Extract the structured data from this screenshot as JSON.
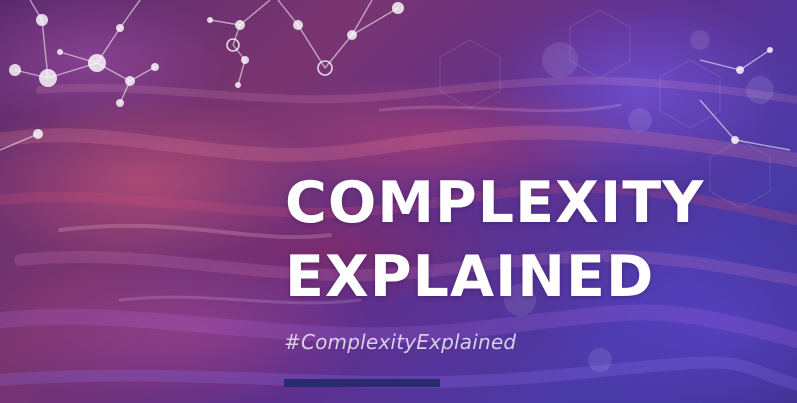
{
  "banner": {
    "title_line1": "COMPLEXITY",
    "title_line2": "EXPLAINED",
    "hashtag": "#ComplexityExplained"
  },
  "colors": {
    "title": "#ffffff",
    "hashtag": "#d9cfe6",
    "accent_bar": "#2a2a6e"
  },
  "icons": {
    "background_network": "molecule-network-icon"
  }
}
